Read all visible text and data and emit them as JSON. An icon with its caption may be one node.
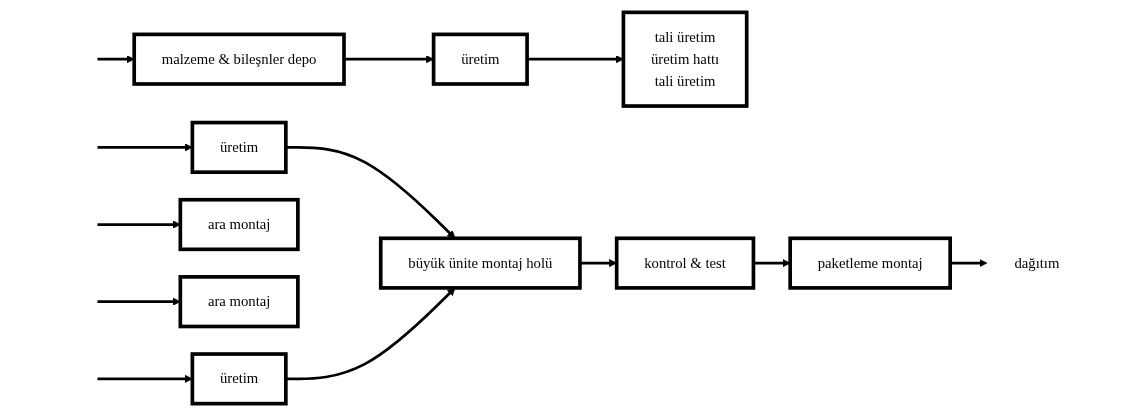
{
  "diagram": {
    "nodes": [
      {
        "text": [
          "malzeme & bileşnler depo"
        ]
      },
      {
        "text": [
          "üretim"
        ]
      },
      {
        "text": [
          "tali üretim",
          "üretim hattı",
          "tali üretim"
        ]
      },
      {
        "text": [
          "üretim"
        ]
      },
      {
        "text": [
          "ara montaj"
        ]
      },
      {
        "text": [
          "ara montaj"
        ]
      },
      {
        "text": [
          "büyük ünite montaj holü"
        ]
      },
      {
        "text": [
          "üretim"
        ]
      },
      {
        "text": [
          "kontrol & test"
        ]
      },
      {
        "text": [
          "paketleme montaj"
        ]
      },
      {
        "text": [
          "dağıtım"
        ]
      }
    ],
    "edges": [
      {
        "from": null,
        "to": 0,
        "arrow": "to"
      },
      {
        "from": 0,
        "to": 1,
        "arrow": "to"
      },
      {
        "from": 1,
        "to": 2,
        "arrow": "to"
      },
      {
        "from": null,
        "to": 3,
        "arrow": "to"
      },
      {
        "from": null,
        "to": 4,
        "arrow": "to"
      },
      {
        "from": null,
        "to": 5,
        "arrow": "to"
      },
      {
        "from": 3,
        "to": 6,
        "arrow": "to"
      },
      {
        "from": null,
        "to": 7,
        "arrow": "to"
      },
      {
        "from": 7,
        "to": 6,
        "arrow": "to"
      },
      {
        "from": 6,
        "to": 8,
        "arrow": "to"
      },
      {
        "from": 8,
        "to": 9,
        "arrow": "to"
      },
      {
        "from": 9,
        "to": 10,
        "arrow": "to"
      }
    ]
  }
}
